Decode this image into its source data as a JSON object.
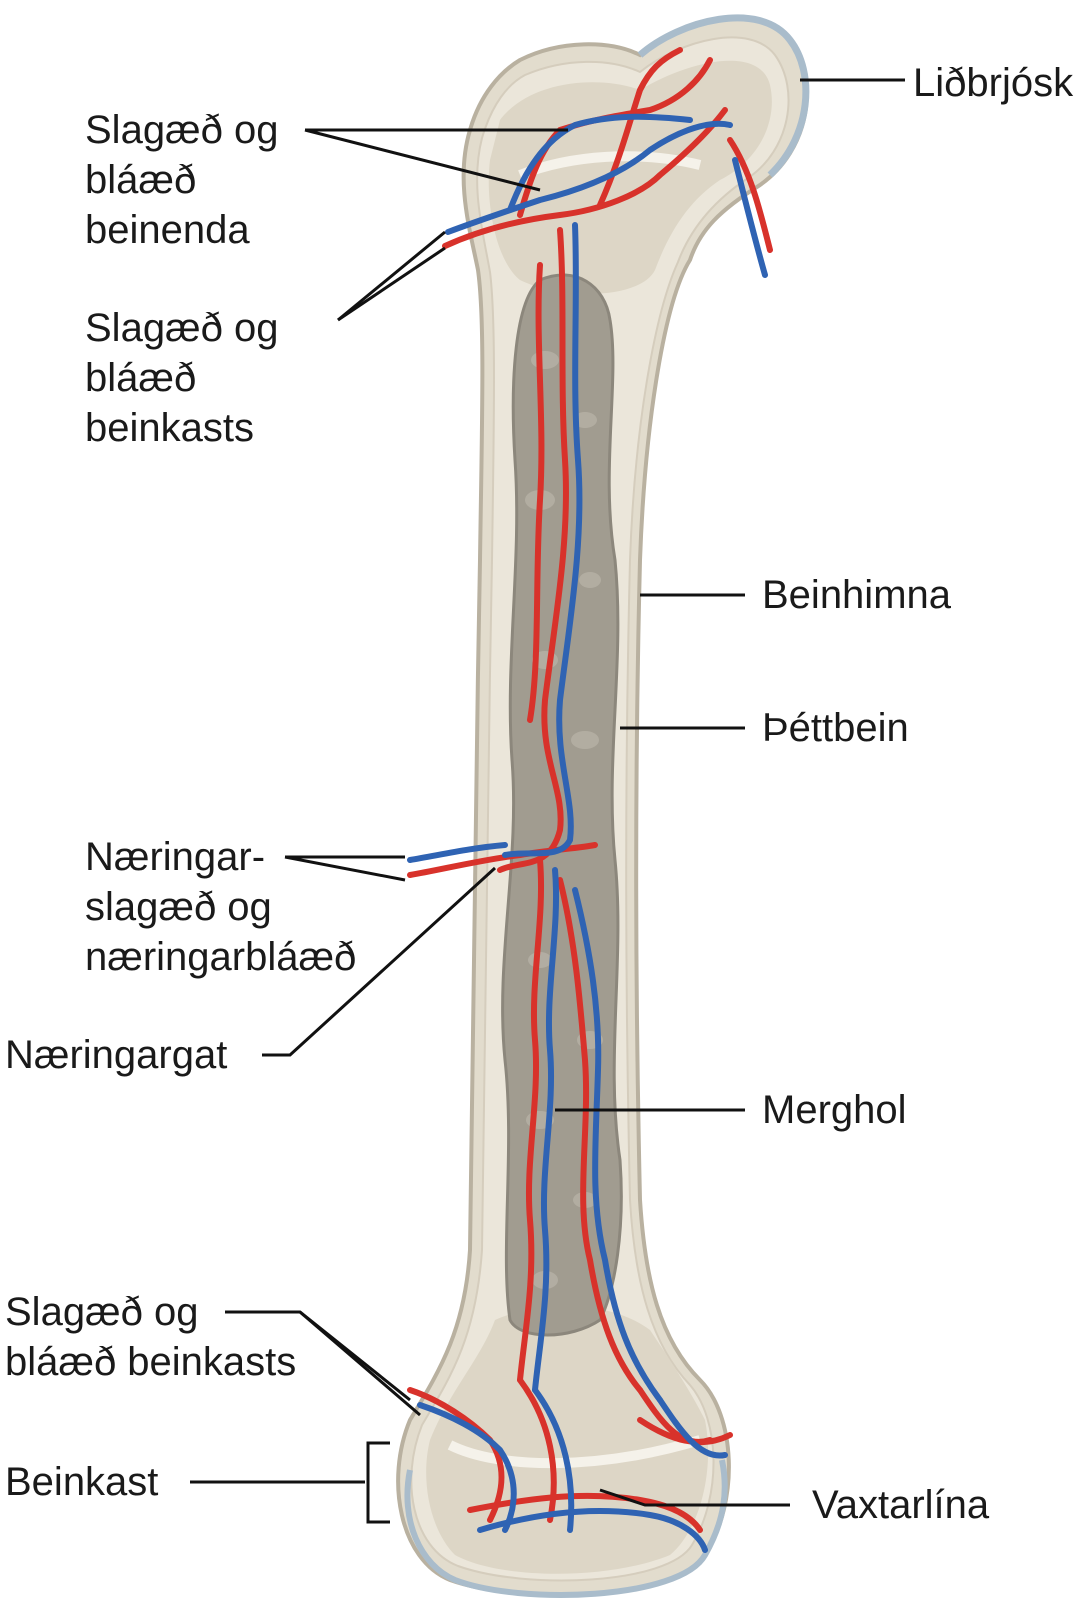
{
  "colors": {
    "bone_outline": "#b9b1a0",
    "bone_fill": "#ebe6da",
    "periosteum": "#f3efe6",
    "spongy_fill": "#ddd6c6",
    "marrow": "#9a958a",
    "artery": "#d8322b",
    "vein": "#2f63b3",
    "cartilage": "#a9bccb",
    "leader_line": "#111111"
  },
  "labels": {
    "articular_cartilage": "Liðbrjósk",
    "epiphyseal_vessels": [
      "Slagæð og",
      "bláæð",
      "beinenda"
    ],
    "metaphyseal_vessels_top": [
      "Slagæð og",
      "bláæð",
      "beinkasts"
    ],
    "periosteum": "Beinhimna",
    "compact_bone": "Þéttbein",
    "nutrient_vessels": [
      "Næringar-",
      "slagæð og",
      "næringarbláæð"
    ],
    "nutrient_foramen": "Næringargat",
    "medullary_cavity": "Merghol",
    "metaphyseal_vessels_bottom": [
      "Slagæð og",
      "bláæð beinkasts"
    ],
    "metaphysis": "Beinkast",
    "growth_line": "Vaxtarlína"
  }
}
